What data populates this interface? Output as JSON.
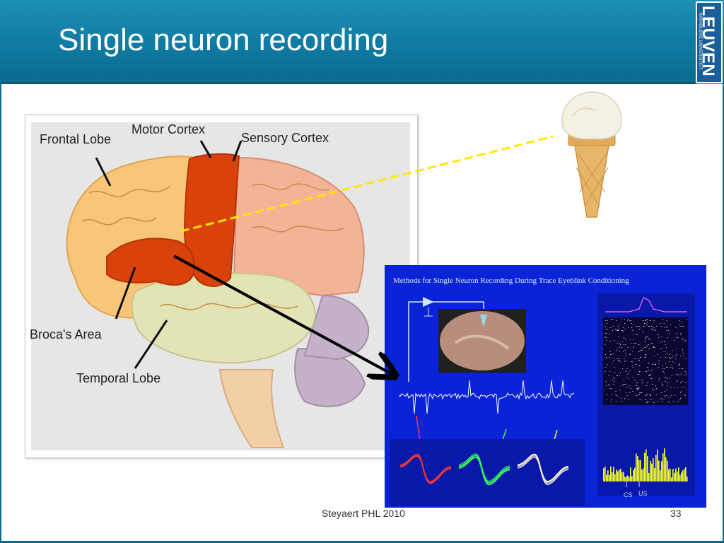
{
  "slide": {
    "title": "Single neuron recording",
    "footer": "Steyaert PHL 2010",
    "page_number": "33"
  },
  "logo": {
    "name": "LEUVEN",
    "subtitle": "KATHOLIEKE UNIVERSITEIT"
  },
  "brain_figure": {
    "labels": {
      "frontal_lobe": "Frontal Lobe",
      "motor_cortex": "Motor Cortex",
      "sensory_cortex": "Sensory Cortex",
      "brocas_area": "Broca's Area",
      "temporal_lobe": "Temporal Lobe"
    }
  },
  "methods_figure": {
    "title": "Methods for Single Neuron Recording During Trace Eyeblink Conditioning",
    "cs_label": "CS",
    "us_label": "US"
  },
  "colors": {
    "header_blue": "#0f7aa2",
    "motor_cortex": "#d9420a",
    "methods_background": "#0a23d6",
    "dashed_line": "#ffe800"
  }
}
